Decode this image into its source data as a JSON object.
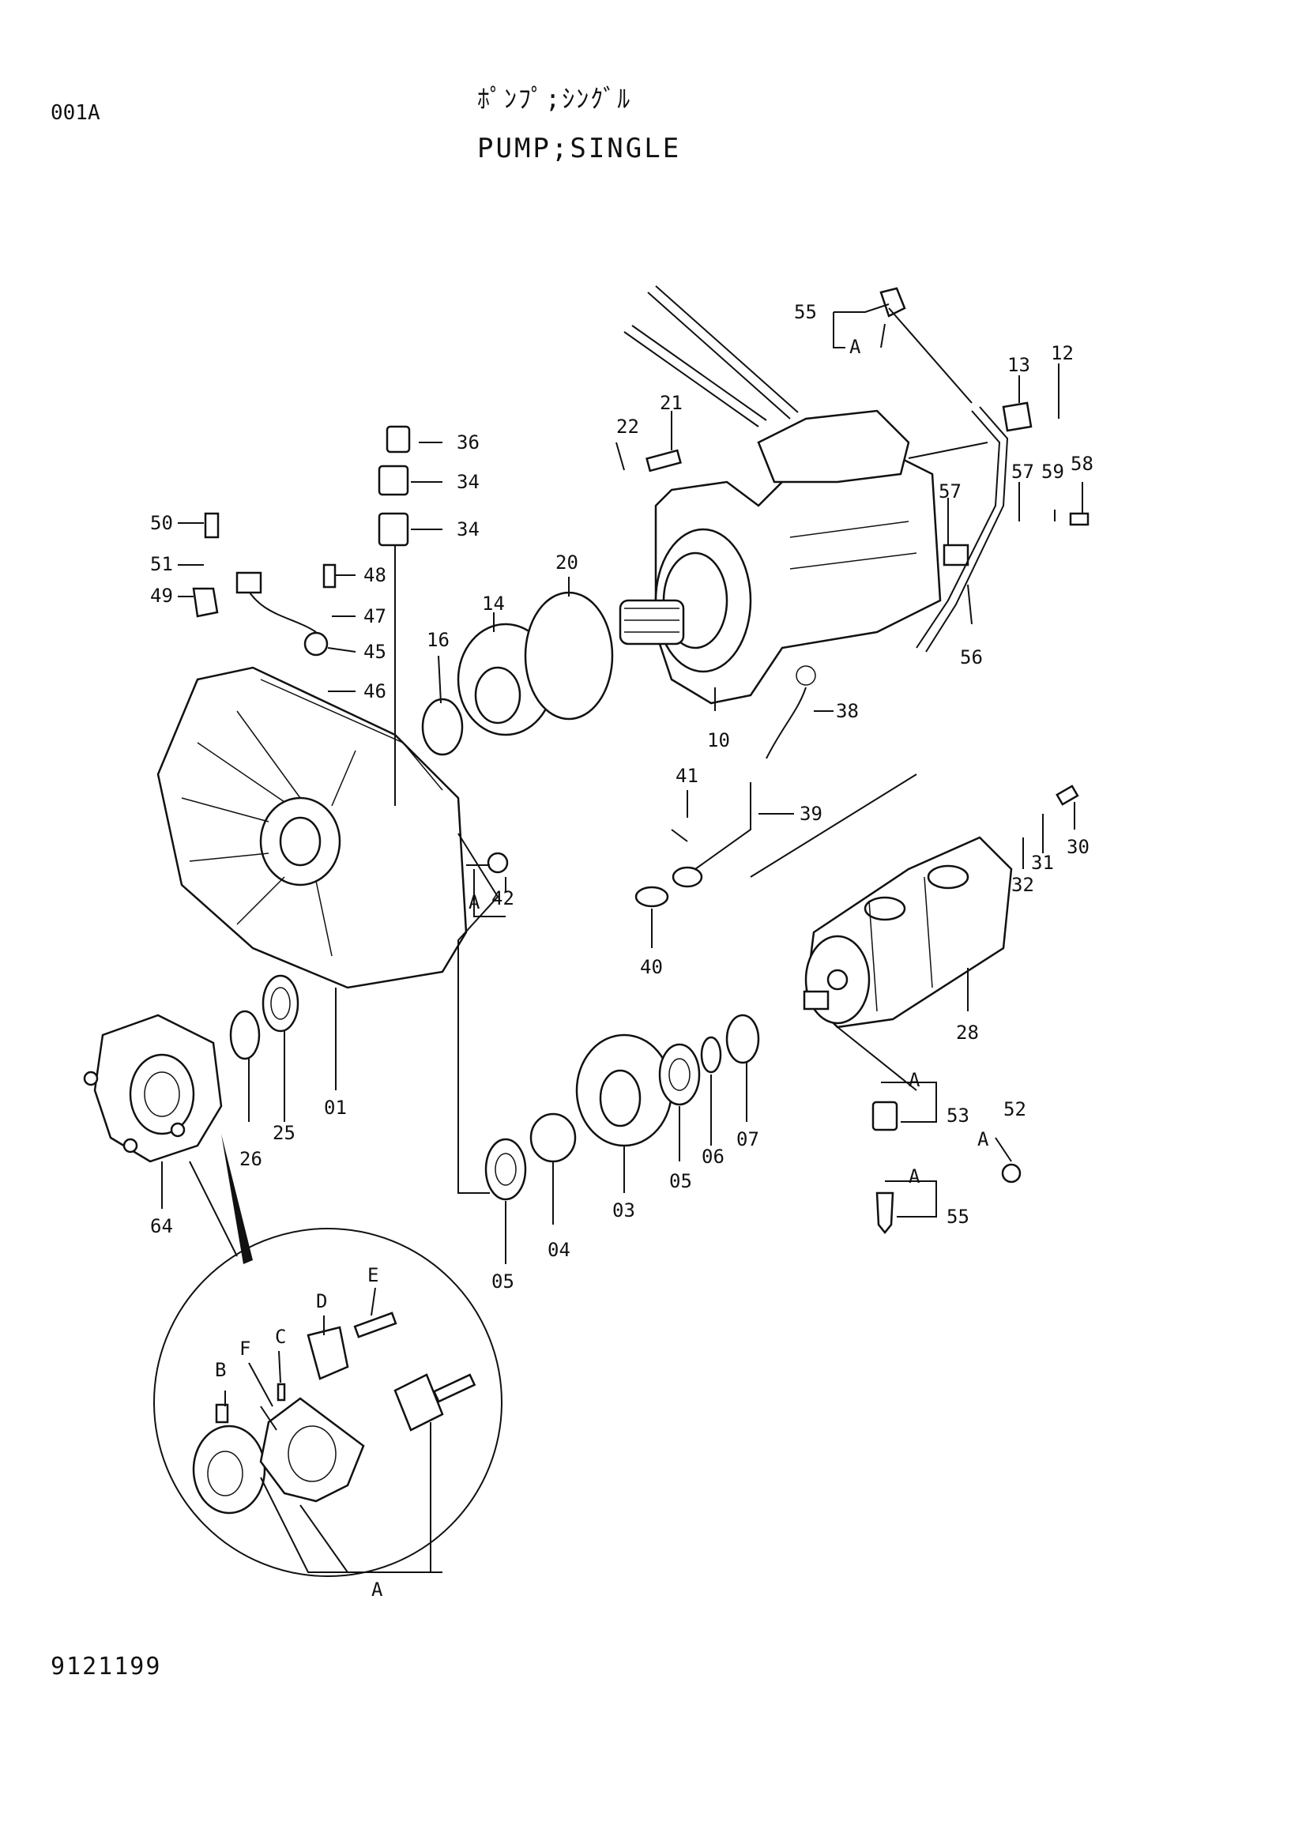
{
  "header": {
    "page_code": "001A",
    "title_jp": "ﾎﾟﾝﾌﾟ;ｼﾝｸﾞﾙ",
    "title_en": "PUMP;SINGLE"
  },
  "footer": {
    "drawing_number": "9121199"
  },
  "callouts": {
    "c55a": "55",
    "cAa": "A",
    "c13": "13",
    "c12": "12",
    "c22": "22",
    "c21": "21",
    "c36": "36",
    "c34a": "34",
    "c34b": "34",
    "c50": "50",
    "c51": "51",
    "c49": "49",
    "c48": "48",
    "c47": "47",
    "c45": "45",
    "c46": "46",
    "c20": "20",
    "c14": "14",
    "c16": "16",
    "c10": "10",
    "c57a": "57",
    "c57b": "57",
    "c59": "59",
    "c58": "58",
    "c56": "56",
    "c38": "38",
    "c41": "41",
    "c39": "39",
    "cAb": "A",
    "c42": "42",
    "c40": "40",
    "c32": "32",
    "c31": "31",
    "c30": "30",
    "c28": "28",
    "c01": "01",
    "c25": "25",
    "c26": "26",
    "c64": "64",
    "c05a": "05",
    "c06": "06",
    "c07": "07",
    "c03": "03",
    "c04": "04",
    "c05b": "05",
    "cAc": "A",
    "c53": "53",
    "c52": "52",
    "cAd": "A",
    "cAe": "A",
    "c55b": "55",
    "dB": "B",
    "dC": "C",
    "dD": "D",
    "dE": "E",
    "dF": "F",
    "dA": "A"
  }
}
